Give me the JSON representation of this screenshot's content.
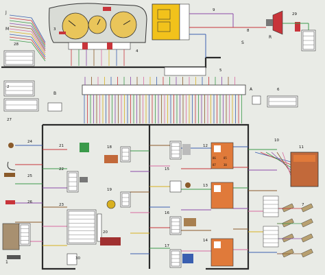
{
  "terminal_letters": {
    "J": "J",
    "M": "M",
    "A": "A",
    "B": "B",
    "R": "R",
    "S": "S",
    "one": "1"
  },
  "callouts": {
    "c2": "2",
    "c3": "3",
    "c4": "4",
    "c5": "5",
    "c6": "6",
    "c7": "7",
    "c8": "8",
    "c9": "9",
    "c10": "10",
    "c11": "11",
    "c12": "12",
    "c13": "13",
    "c14": "14",
    "c15": "15",
    "c16": "16",
    "c17": "17",
    "c18": "18",
    "c19": "19",
    "c20": "20",
    "c21": "21",
    "c22": "22",
    "c23": "23",
    "c24": "24",
    "c25": "25",
    "c26": "26",
    "c27": "27",
    "c28": "28",
    "c29": "29",
    "c30": "30"
  },
  "relay_terminals": {
    "t86": "86",
    "t85": "85",
    "t87": "87",
    "t30": "30"
  },
  "colors": {
    "background": "#e9ebe6",
    "bus": "#2a2a2a",
    "gauge_panel": "#e9c55a",
    "relay_orange": "#e07a3a",
    "relay_yellow": "#f2c21b",
    "ecu_brown": "#c2693a",
    "wire_blue": "#3a5fb0",
    "wire_red": "#c8343a",
    "wire_green": "#3a9a4a",
    "wire_violet": "#8a4aa8",
    "wire_brown": "#8a5a2a",
    "wire_pink": "#d86aa0",
    "wire_yellow": "#d8b020"
  }
}
